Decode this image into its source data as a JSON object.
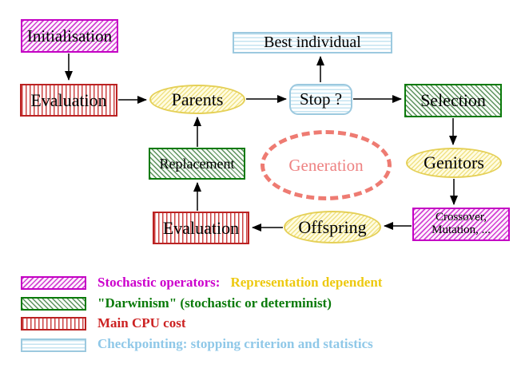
{
  "diagram": {
    "nodes": {
      "initialisation": "Initialisation",
      "evaluation_top": "Evaluation",
      "parents": "Parents",
      "best_individual": "Best individual",
      "stop": "Stop ?",
      "selection": "Selection",
      "genitors": "Genitors",
      "crossover_line1": "Crossover,",
      "crossover_line2": "Mutation, ...",
      "offspring": "Offspring",
      "evaluation_bottom": "Evaluation",
      "replacement": "Replacement",
      "generation": "Generation"
    },
    "legend": {
      "rows": [
        {
          "swatch": "magenta-diagonal-hatch",
          "primary": "Stochastic operators:",
          "secondary": "Representation dependent"
        },
        {
          "swatch": "green-diagonal-hatch",
          "primary": "\"Darwinism\" (stochastic or determinist)"
        },
        {
          "swatch": "red-vertical-stripes",
          "primary": "Main CPU cost"
        },
        {
          "swatch": "cyan-horizontal-stripes",
          "primary": "Checkpointing: stopping criterion and statistics"
        }
      ]
    },
    "colors": {
      "magenta": "#cc00cc",
      "dark_green": "#0a7a0a",
      "dark_red": "#cc2222",
      "light_blue": "#8fc8e8",
      "yellow_node_border": "#e5d057",
      "gold_text": "#edc90f",
      "salmon": "#ee7b72",
      "arrow_black": "#000000"
    }
  }
}
